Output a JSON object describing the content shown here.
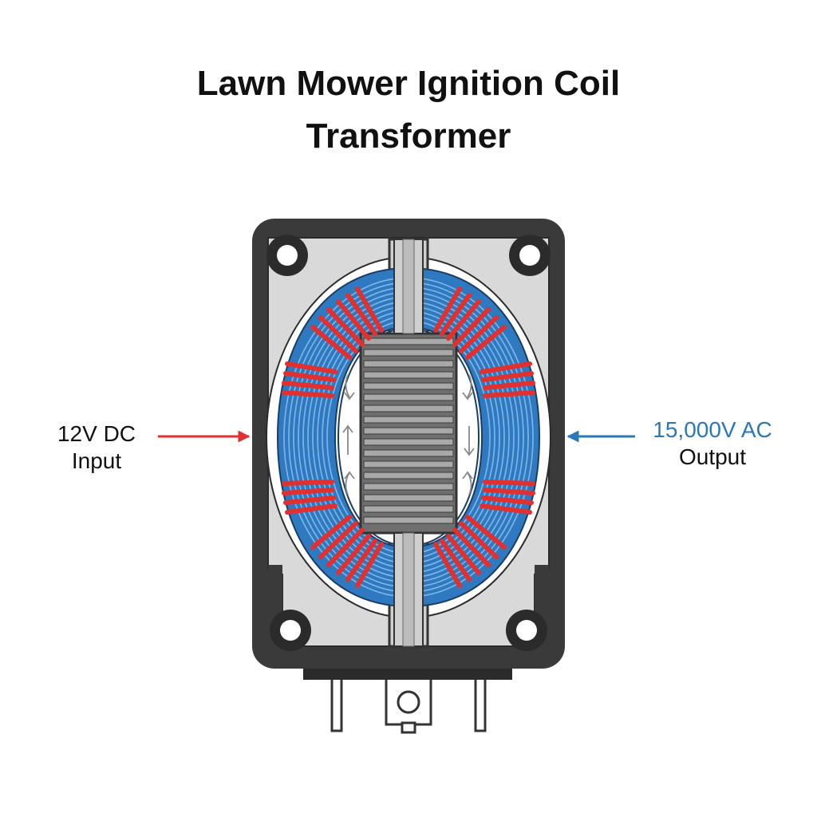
{
  "title": {
    "line1": "Lawn Mower Ignition Coil",
    "line2": "Transformer"
  },
  "input_label": {
    "voltage": "12V DC",
    "caption": "Input"
  },
  "output_label": {
    "voltage": "15,000V AC",
    "caption": "Output"
  },
  "colors": {
    "housing": "#3a3a3a",
    "plate": "#d8d8d8",
    "secondary_winding": "#2f79c1",
    "primary_winding": "#e0302f",
    "core": "#9a9a9a",
    "input_arrow": "#e0302f",
    "output_arrow": "#2b78b8"
  }
}
